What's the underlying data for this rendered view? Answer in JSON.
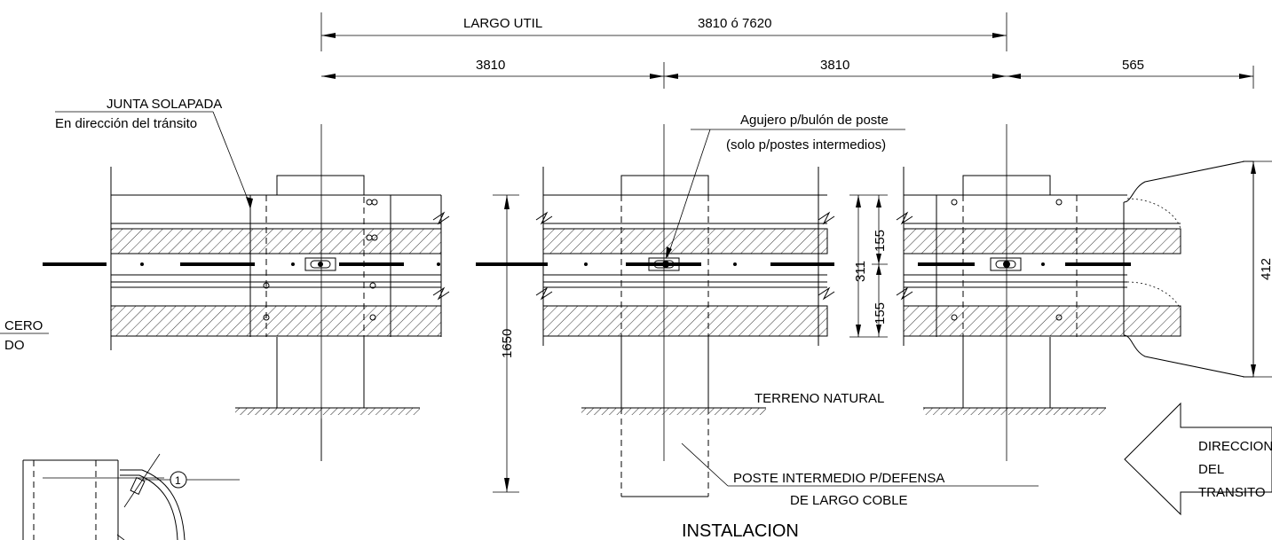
{
  "dimensions": {
    "largo_util_label": "LARGO UTIL",
    "largo_util_value": "3810 ó 7620",
    "span_left": "3810",
    "span_right": "3810",
    "span_end": "565",
    "post_height": "1650",
    "rail_width_total": "311",
    "rail_half_top": "155",
    "rail_half_bottom": "155",
    "end_width": "412"
  },
  "labels": {
    "junta_line1": "JUNTA SOLAPADA",
    "junta_line2": "En dirección del tránsito",
    "agujero_line1": "Agujero p/bulón de poste",
    "agujero_line2": "(solo p/postes intermedios)",
    "terreno": "TERRENO NATURAL",
    "poste_line1": "POSTE INTERMEDIO P/DEFENSA",
    "poste_line2": "DE LARGO COBLE",
    "direccion_line1": "DIRECCION",
    "direccion_line2": "DEL",
    "direccion_line3": "TRANSITO",
    "acero_line1": "CERO",
    "acero_line2": "DO",
    "callout_number": "1",
    "title": "INSTALACION"
  },
  "icons": {
    "direction_arrow": "left-arrow-outline",
    "callout": "numbered-circle"
  }
}
